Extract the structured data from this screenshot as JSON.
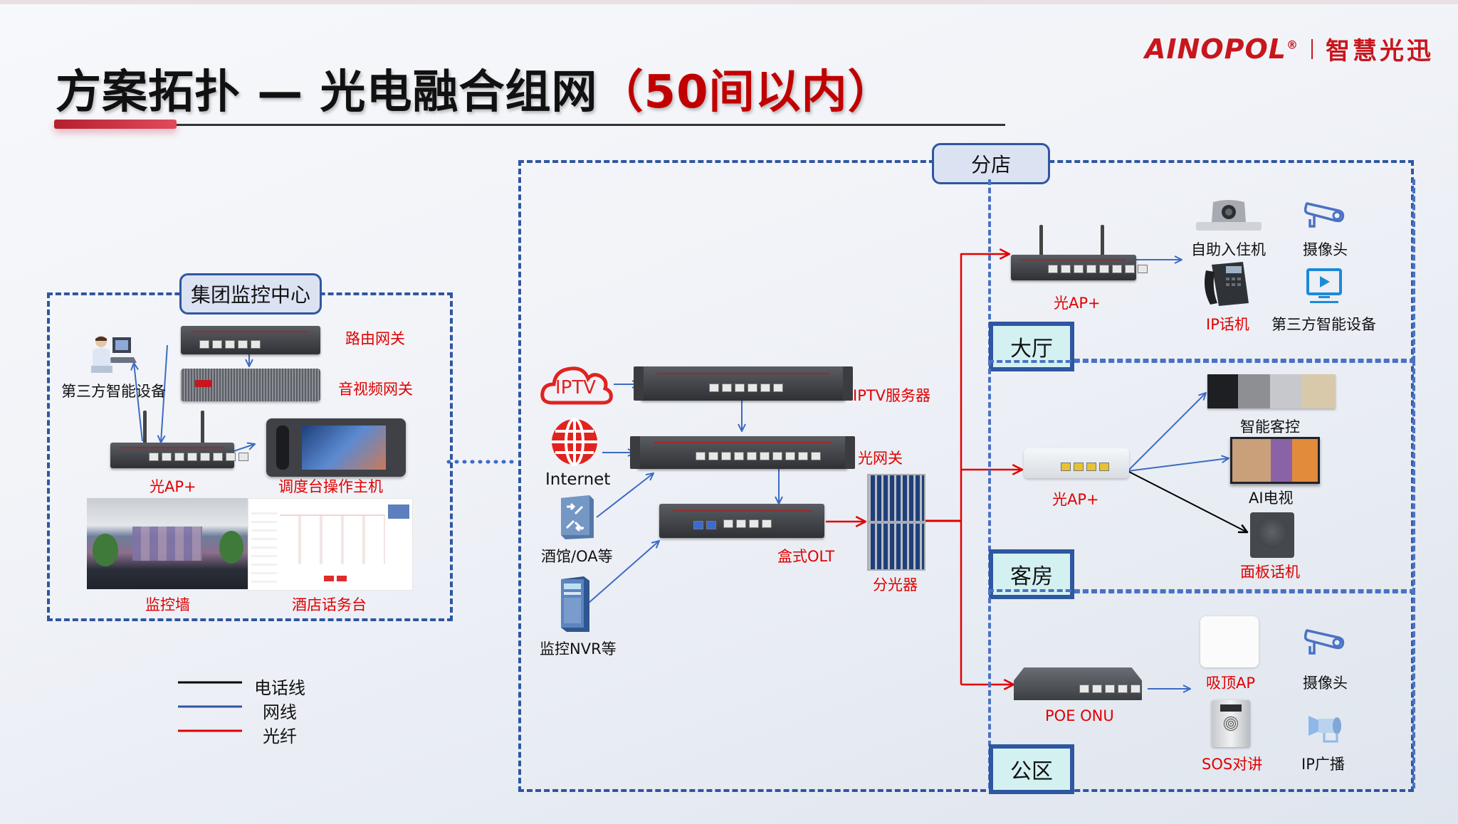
{
  "header": {
    "title_main": "方案拓扑 — 光电融合组网",
    "title_highlight": "（50间以内）",
    "logo_brand": "AINOPOL",
    "logo_reg": "®",
    "logo_slogan": "智慧光迅"
  },
  "colors": {
    "accent_red": "#c00000",
    "network_line": "#3d6bc4",
    "fiber_line": "#e00000",
    "phone_line": "#000000",
    "zone_border": "#2f56a0",
    "zone_tag_fill": "#d4f1f1"
  },
  "group_center": {
    "title": "集团监控中心",
    "devices": {
      "router_gateway": "路由网关",
      "av_gateway": "音视频网关",
      "third_party": "第三方智能设备",
      "optical_ap": "光AP+",
      "dispatch_console": "调度台操作主机",
      "monitor_wall": "监控墙",
      "hotel_switchboard": "酒店话务台"
    }
  },
  "core": {
    "iptv_cloud": "IPTV",
    "iptv_server": "IPTV服务器",
    "internet": "Internet",
    "optical_gateway": "光网关",
    "hotel_oa": "酒馆/OA等",
    "box_olt": "盒式OLT",
    "nvr": "监控NVR等",
    "splitter": "分光器"
  },
  "branch": {
    "title": "分店",
    "zones": [
      {
        "name": "大厅",
        "hub": "光AP+",
        "devices": [
          "自助入住机",
          "摄像头",
          "IP话机",
          "第三方智能设备"
        ]
      },
      {
        "name": "客房",
        "hub": "光AP+",
        "devices": [
          "智能客控",
          "AI电视",
          "面板话机"
        ]
      },
      {
        "name": "公区",
        "hub": "POE ONU",
        "devices": [
          "吸顶AP",
          "摄像头",
          "SOS对讲",
          "IP广播"
        ]
      }
    ]
  },
  "legend": [
    {
      "label": "电话线",
      "color": "#000000"
    },
    {
      "label": "网线",
      "color": "#2f56a0"
    },
    {
      "label": "光纤",
      "color": "#e00000"
    }
  ],
  "icons": {
    "cloud": "cloud-iptv-icon",
    "globe": "globe-icon",
    "switch": "network-switch-icon",
    "server": "nvr-server-icon",
    "camera": "security-camera-icon",
    "monitor": "play-monitor-icon",
    "speaker": "horn-speaker-icon",
    "operator": "operator-computer-icon"
  }
}
